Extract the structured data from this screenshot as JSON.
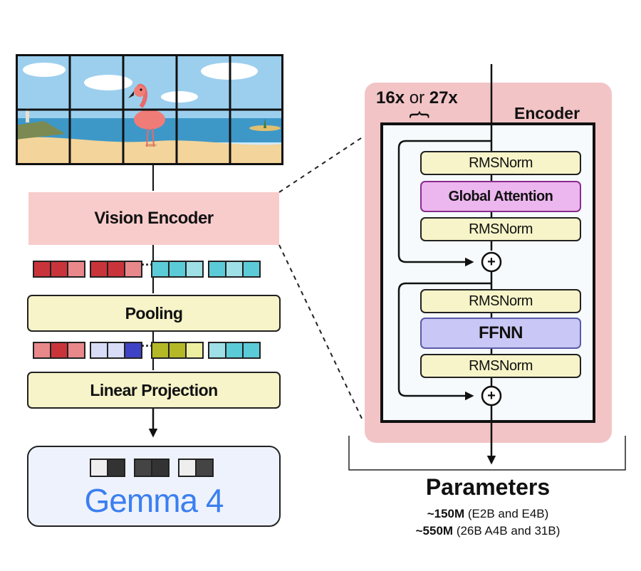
{
  "colors": {
    "vision_encoder": "#f9cccc",
    "panel": "#f2c4c6",
    "encoder_inner": "#f6fafd",
    "norm": "#f6f4c8",
    "attention": "#ecb6ee",
    "attention_border": "#8a2b8d",
    "ffnn": "#c9c7f5",
    "ffnn_border": "#5b5aa8",
    "gemma_text": "#3b7ff0",
    "gemma_box": "#eef2fc"
  },
  "left": {
    "image_caption": "",
    "vision_encoder": "Vision Encoder",
    "pooling": "Pooling",
    "linear_projection": "Linear Projection",
    "ellipsis": "···",
    "gemma": "Gemma 4",
    "token_rows": {
      "after_encoder": [
        "#c9343a",
        "#c9343a",
        "#e8888b",
        "#c9343a",
        "#c9343a",
        "#e8888b",
        "#5ccbd8",
        "#5ccbd8",
        "#9fdfe6",
        "#5ccbd8",
        "#9fdfe6",
        "#5ccbd8"
      ],
      "after_pooling": [
        "#e8888b",
        "#c9343a",
        "#e8888b",
        "#d8dcf6",
        "#d8dcf6",
        "#3e43c6",
        "#b4b827",
        "#b4b827",
        "#eeeea0",
        "#9fdfe6",
        "#5ccbd8",
        "#5ccbd8"
      ],
      "gemma_tokens": [
        "#eeeeee",
        "#333333",
        "#444444",
        "#333333",
        "#eeeeee",
        "#444444"
      ]
    }
  },
  "right": {
    "repeat_label": "16x",
    "repeat_or": "or",
    "repeat_alt": "27x",
    "brace": "{",
    "encoder_title": "Encoder",
    "block1": [
      "RMSNorm",
      "Global Attention",
      "RMSNorm"
    ],
    "block2": [
      "RMSNorm",
      "FFNN",
      "RMSNorm"
    ],
    "plus": "+",
    "parameters_title": "Parameters",
    "param_lines": [
      {
        "value": "~150M",
        "detail": "(E2B and E4B)"
      },
      {
        "value": "~550M",
        "detail": "(26B A4B and 31B)"
      }
    ]
  }
}
